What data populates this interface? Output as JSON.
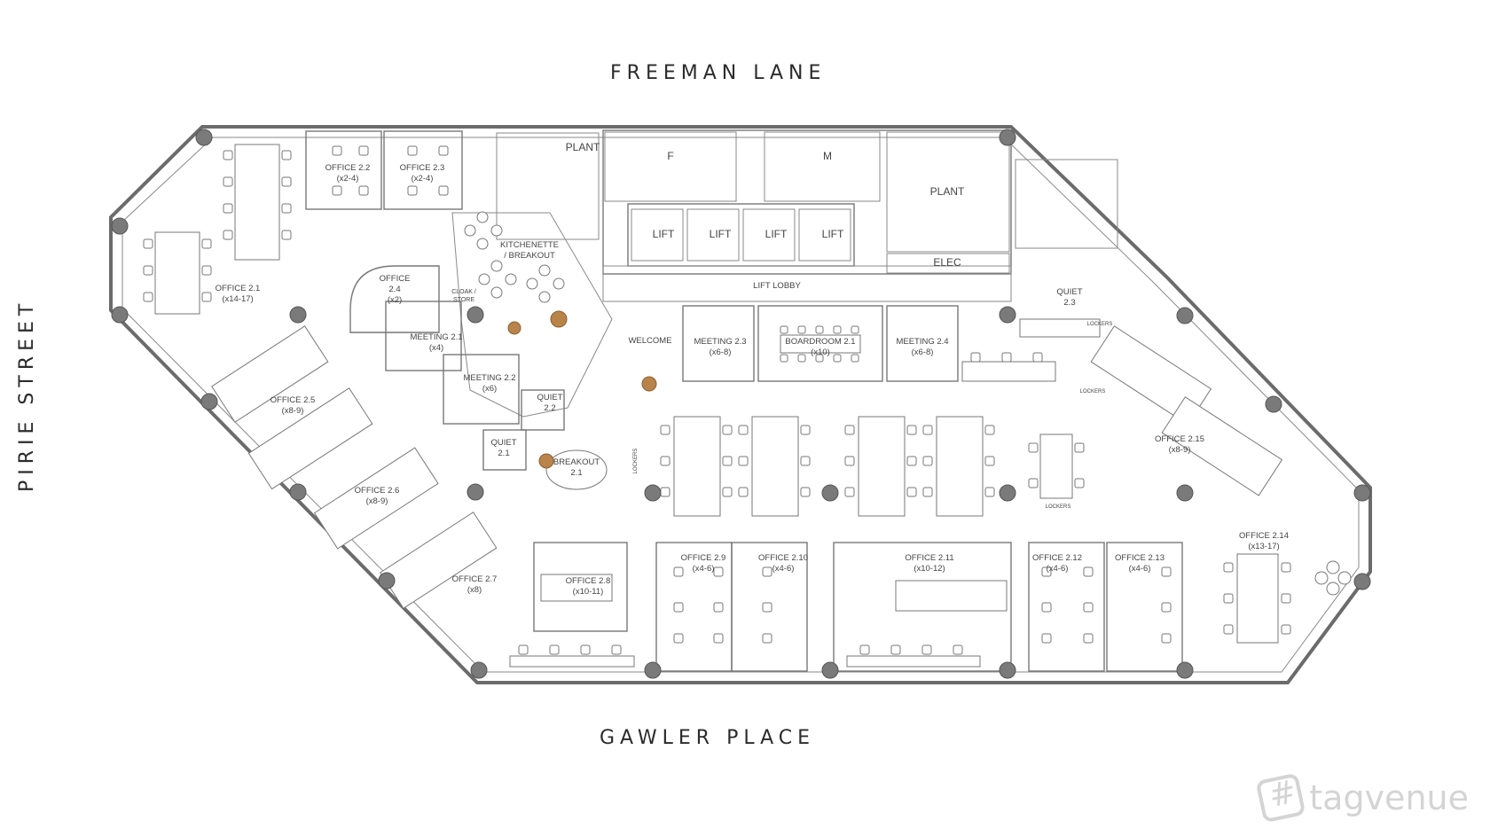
{
  "streets": {
    "top": "FREEMAN LANE",
    "bottom": "GAWLER PLACE",
    "left": "PIRIE STREET"
  },
  "rooms": [
    {
      "id": "office-2-1",
      "lines": [
        "OFFICE 2.1",
        "(x14-17)"
      ]
    },
    {
      "id": "office-2-2",
      "lines": [
        "OFFICE 2.2",
        "(x2-4)"
      ]
    },
    {
      "id": "office-2-3",
      "lines": [
        "OFFICE 2.3",
        "(x2-4)"
      ]
    },
    {
      "id": "office-2-4",
      "lines": [
        "OFFICE",
        "2.4",
        "(x2)"
      ]
    },
    {
      "id": "office-2-5",
      "lines": [
        "OFFICE 2.5",
        "(x8-9)"
      ]
    },
    {
      "id": "office-2-6",
      "lines": [
        "OFFICE 2.6",
        "(x8-9)"
      ]
    },
    {
      "id": "office-2-7",
      "lines": [
        "OFFICE 2.7",
        "(x8)"
      ]
    },
    {
      "id": "office-2-8",
      "lines": [
        "OFFICE 2.8",
        "(x10-11)"
      ]
    },
    {
      "id": "office-2-9",
      "lines": [
        "OFFICE 2.9",
        "(x4-6)"
      ]
    },
    {
      "id": "office-2-10",
      "lines": [
        "OFFICE 2.10",
        "(x4-6)"
      ]
    },
    {
      "id": "office-2-11",
      "lines": [
        "OFFICE 2.11",
        "(x10-12)"
      ]
    },
    {
      "id": "office-2-12",
      "lines": [
        "OFFICE 2.12",
        "(x4-6)"
      ]
    },
    {
      "id": "office-2-13",
      "lines": [
        "OFFICE 2.13",
        "(x4-6)"
      ]
    },
    {
      "id": "office-2-14",
      "lines": [
        "OFFICE 2.14",
        "(x13-17)"
      ]
    },
    {
      "id": "office-2-15",
      "lines": [
        "OFFICE 2.15",
        "(x8-9)"
      ]
    },
    {
      "id": "meeting-2-1",
      "lines": [
        "MEETING 2.1",
        "(x4)"
      ]
    },
    {
      "id": "meeting-2-2",
      "lines": [
        "MEETING 2.2",
        "(x6)"
      ]
    },
    {
      "id": "meeting-2-3",
      "lines": [
        "MEETING 2.3",
        "(x6-8)"
      ]
    },
    {
      "id": "meeting-2-4",
      "lines": [
        "MEETING 2.4",
        "(x6-8)"
      ]
    },
    {
      "id": "boardroom-2-1",
      "lines": [
        "BOARDROOM 2.1",
        "(x10)"
      ]
    },
    {
      "id": "quiet-2-1",
      "lines": [
        "QUIET",
        "2.1"
      ]
    },
    {
      "id": "quiet-2-2",
      "lines": [
        "QUIET",
        "2.2"
      ]
    },
    {
      "id": "quiet-2-3",
      "lines": [
        "QUIET",
        "2.3"
      ]
    },
    {
      "id": "breakout-2-1",
      "lines": [
        "BREAKOUT",
        "2.1"
      ]
    },
    {
      "id": "kitchenette",
      "lines": [
        "KITCHENETTE",
        "/ BREAKOUT"
      ]
    },
    {
      "id": "cloak-store",
      "lines": [
        "CLOAK /",
        "STORE"
      ]
    },
    {
      "id": "welcome",
      "lines": [
        "WELCOME"
      ]
    },
    {
      "id": "lift-lobby",
      "lines": [
        "LIFT LOBBY"
      ]
    },
    {
      "id": "lift-1",
      "lines": [
        "LIFT"
      ]
    },
    {
      "id": "lift-2",
      "lines": [
        "LIFT"
      ]
    },
    {
      "id": "lift-3",
      "lines": [
        "LIFT"
      ]
    },
    {
      "id": "lift-4",
      "lines": [
        "LIFT"
      ]
    },
    {
      "id": "plant-1",
      "lines": [
        "PLANT"
      ]
    },
    {
      "id": "plant-2",
      "lines": [
        "PLANT"
      ]
    },
    {
      "id": "elec",
      "lines": [
        "ELEC"
      ]
    },
    {
      "id": "wc-female",
      "lines": [
        "F"
      ]
    },
    {
      "id": "wc-male",
      "lines": [
        "M"
      ]
    },
    {
      "id": "lockers-1",
      "lines": [
        "LOCKERS"
      ]
    },
    {
      "id": "lockers-2",
      "lines": [
        "LOCKERS"
      ]
    },
    {
      "id": "lockers-3",
      "lines": [
        "LOCKERS"
      ]
    },
    {
      "id": "lockers-4",
      "lines": [
        "LOCKERS"
      ]
    }
  ],
  "watermark": {
    "brand": "tagvenue"
  }
}
